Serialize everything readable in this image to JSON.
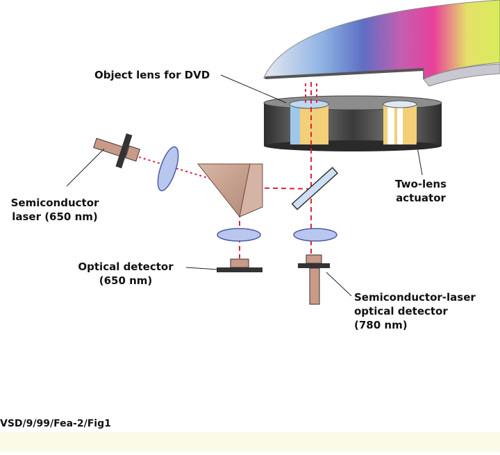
{
  "labels": {
    "object_lens": "Object lens for DVD",
    "two_lens_l1": "Two-lens",
    "two_lens_l2": "actuator",
    "laser_l1": "Semiconductor",
    "laser_l2": "laser (650 nm)",
    "optical_det_l1": "Optical detector",
    "optical_det_l2": "(650 nm)",
    "sl_det_l1": "Semiconductor-laser",
    "sl_det_l2": "optical detector",
    "sl_det_l3": "(780 nm)"
  },
  "caption": "VSD/9/99/Fea-2/Fig1",
  "colors": {
    "beam": "#e0203a",
    "component_tan": "#c99a88",
    "lens_fill": "#b9c6ee",
    "actuator_dark": "#3c3c3c",
    "actuator_lens": "#f3cf78",
    "footer_bg": "#fbfae6"
  }
}
